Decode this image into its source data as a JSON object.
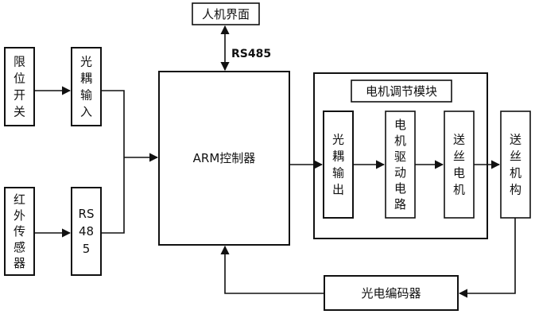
{
  "nodes": {
    "hmi": "人机界面",
    "rs485_bus_label": "RS485",
    "limit_switch": [
      "限",
      "位",
      "开",
      "关"
    ],
    "optocoupler_input": [
      "光",
      "耦",
      "输",
      "入"
    ],
    "infrared_sensor": [
      "红",
      "外",
      "传",
      "感",
      "器"
    ],
    "rs485_module": [
      "RS",
      "48",
      "5"
    ],
    "arm_controller": "ARM控制器",
    "motor_module_title": "电机调节模块",
    "optocoupler_output": [
      "光",
      "耦",
      "输",
      "出"
    ],
    "motor_drive_circuit": [
      "电",
      "机",
      "驱",
      "动",
      "电",
      "路"
    ],
    "wire_feed_motor": [
      "送",
      "丝",
      "电",
      "机"
    ],
    "wire_feed_mechanism": [
      "送",
      "丝",
      "机",
      "构"
    ],
    "photoelectric_encoder": "光电编码器"
  }
}
